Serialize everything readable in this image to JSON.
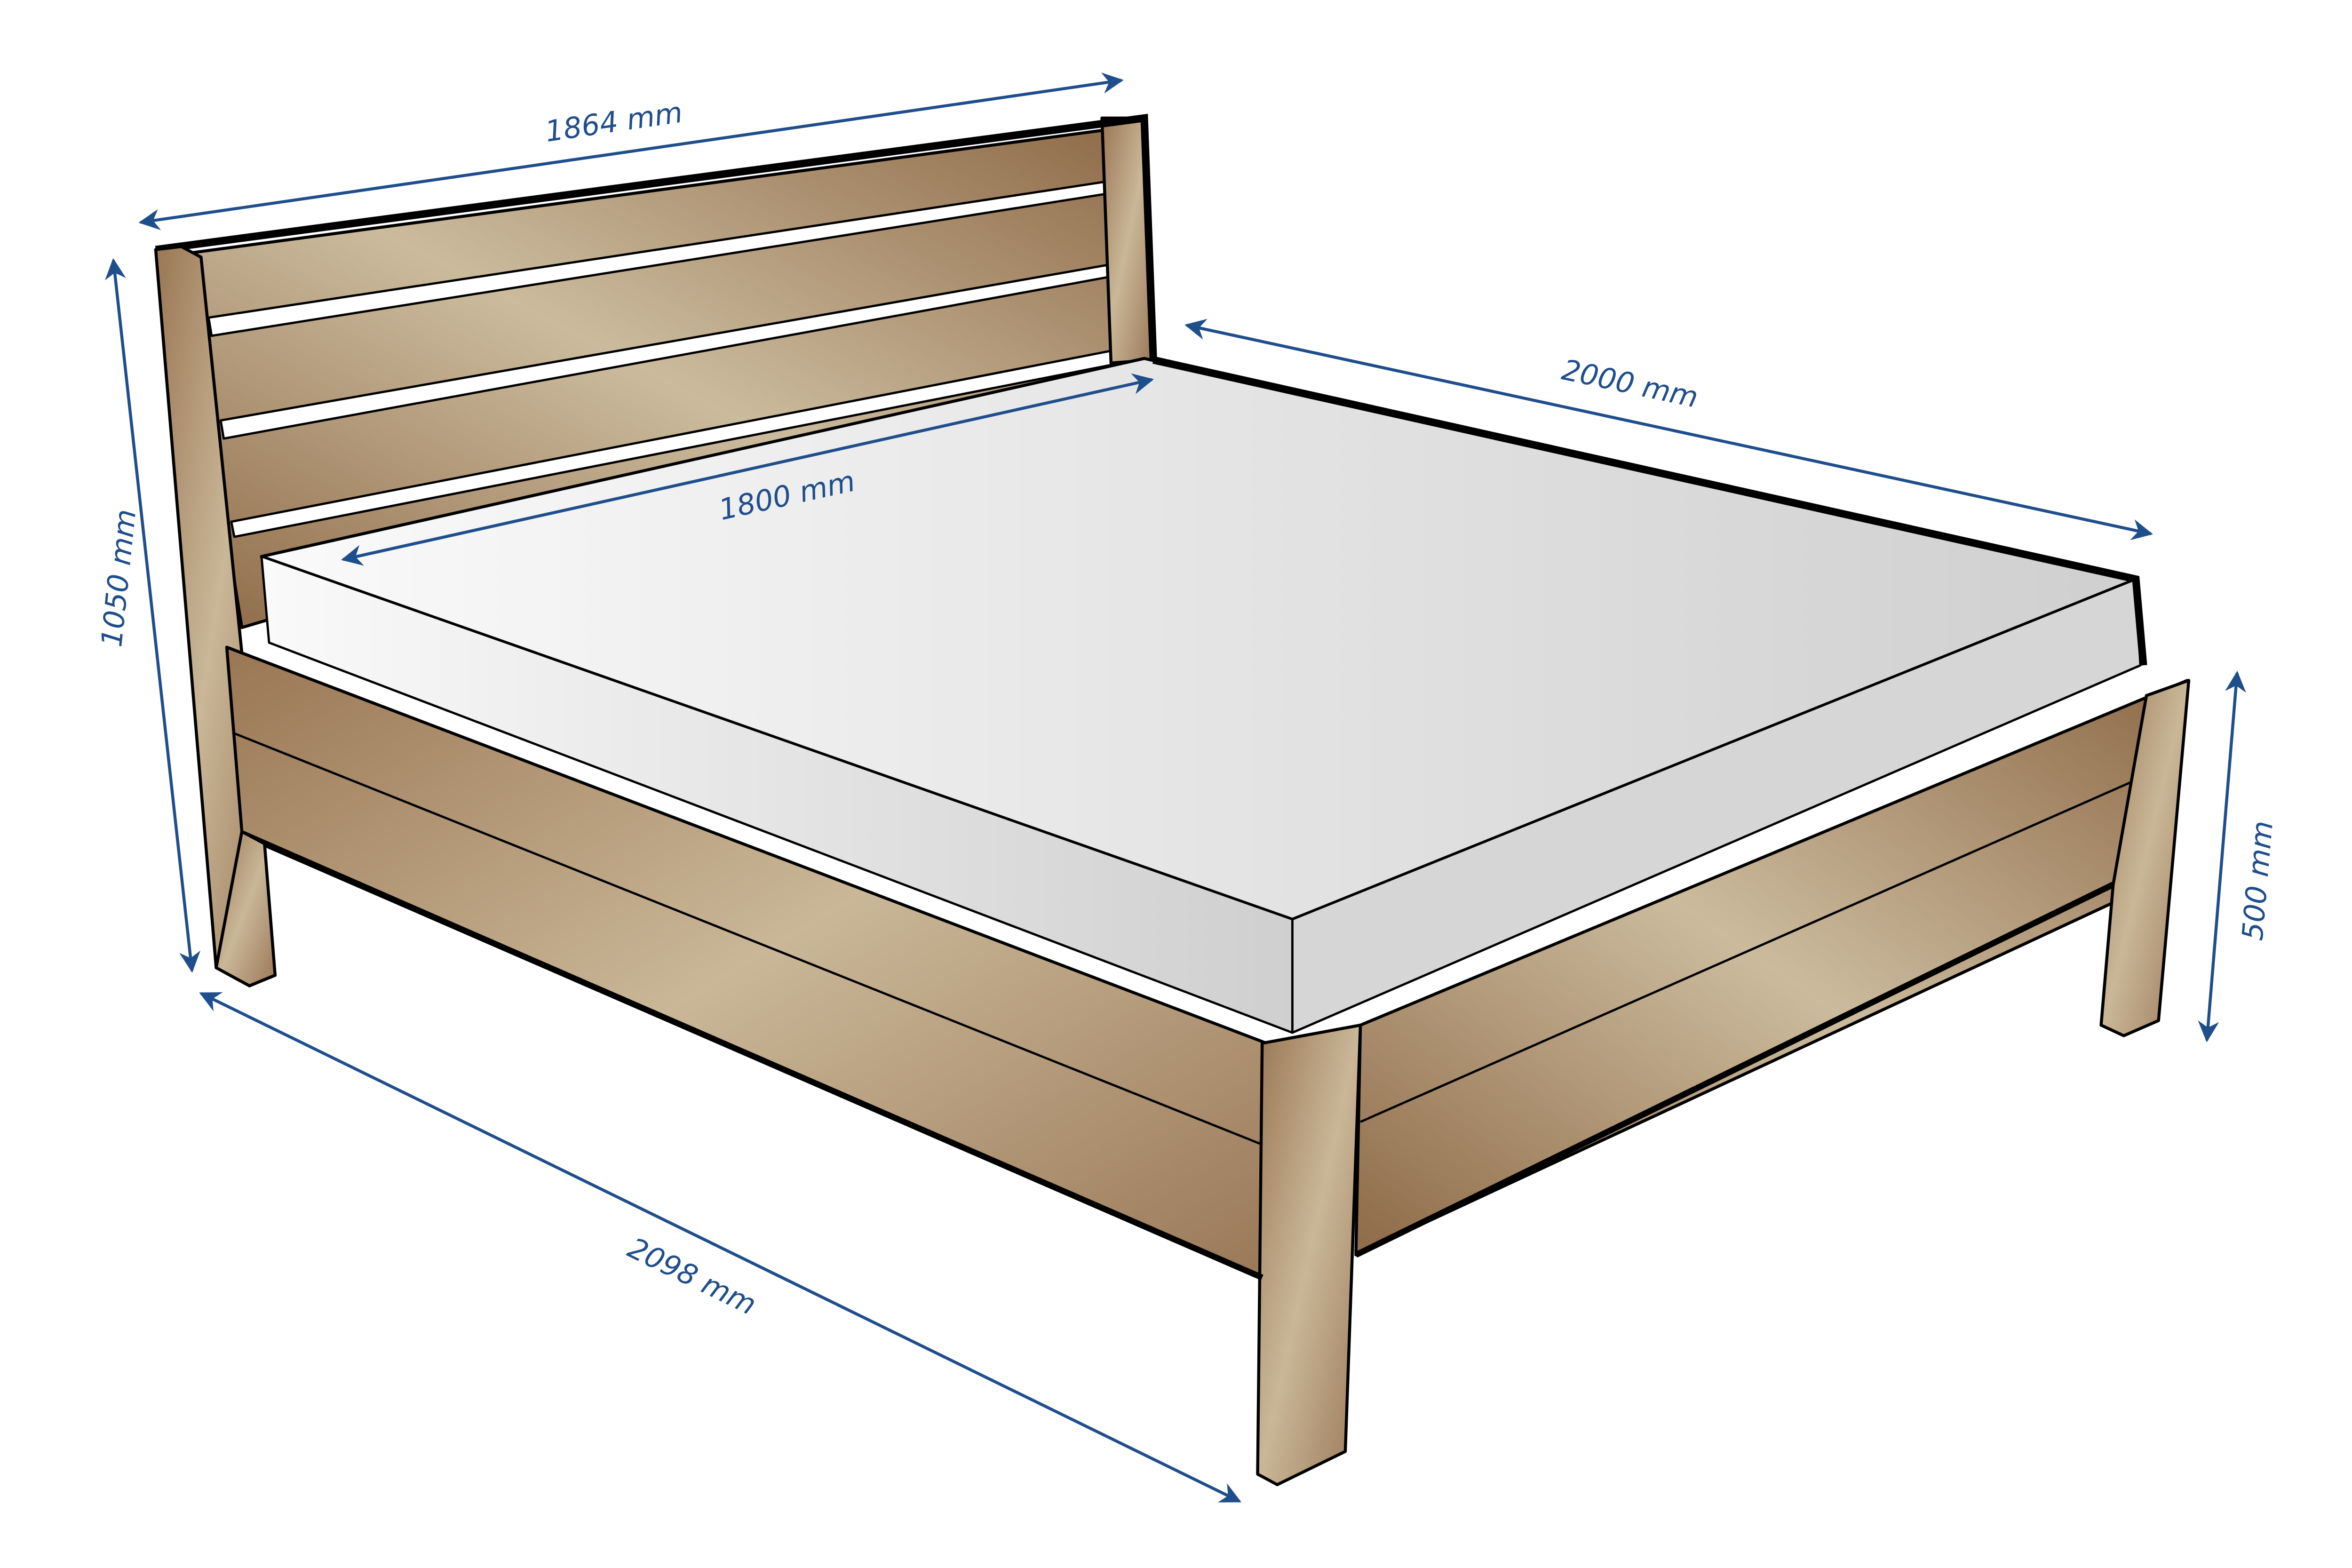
{
  "diagram": {
    "colors": {
      "dimension": "#1f4e8c",
      "wood_dark": "#8e6a48",
      "wood_light": "#cbbb9d",
      "mattress_light": "#fafafa",
      "mattress_dark": "#cfcfcf"
    },
    "dimensions": {
      "headboard_width": "1864 mm",
      "mattress_length": "2000 mm",
      "mattress_width": "1800 mm",
      "headboard_height": "1050 mm",
      "frame_height": "500 mm",
      "frame_length": "2098 mm"
    }
  }
}
